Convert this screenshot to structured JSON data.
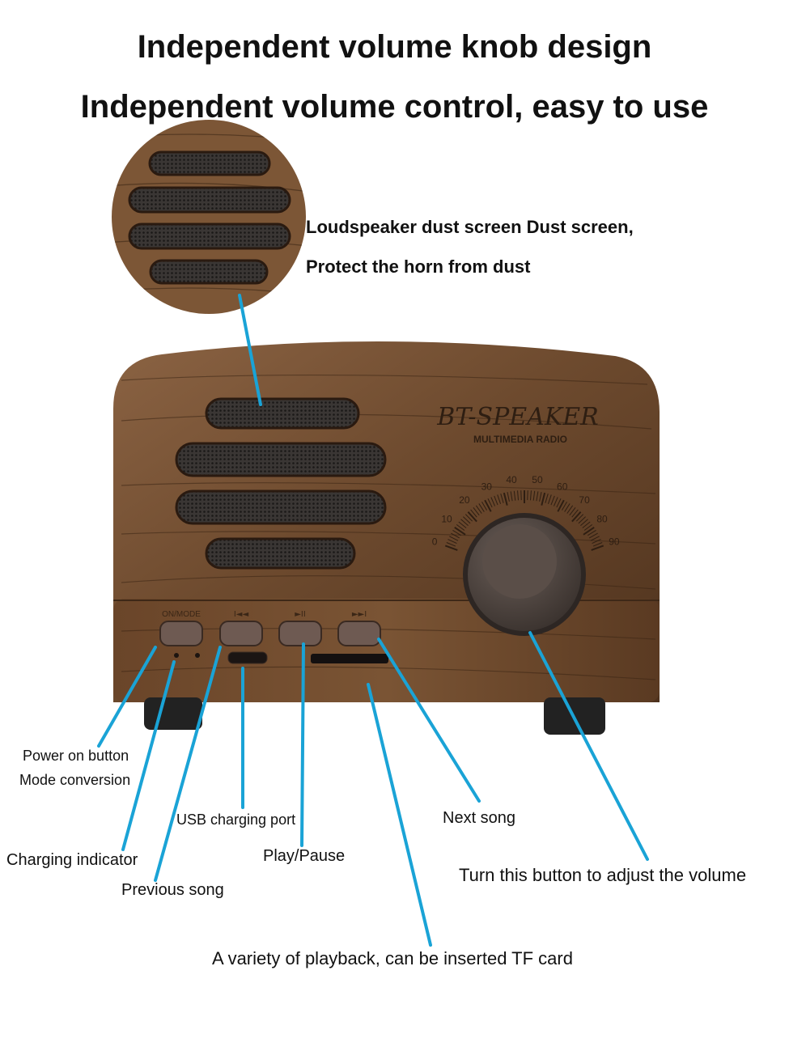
{
  "header": {
    "title": "Independent volume knob design",
    "subtitle": "Independent volume control, easy to use"
  },
  "product": {
    "brand": "BT-SPEAKER",
    "sub_brand": "MULTIMEDIA RADIO",
    "dial_numbers": [
      "0",
      "10",
      "20",
      "30",
      "40",
      "50",
      "60",
      "70",
      "80",
      "90"
    ],
    "button_marks": [
      "ON/MODE",
      "I◄◄",
      "►II",
      "►►I"
    ]
  },
  "callouts": {
    "dust_screen_line1": "Loudspeaker dust screen Dust screen,",
    "dust_screen_line2": "Protect the horn from dust",
    "power_line1": "Power on button",
    "power_line2": "Mode conversion",
    "charging_indicator": "Charging indicator",
    "previous_song": "Previous song",
    "usb_port": "USB charging port",
    "play_pause": "Play/Pause",
    "next_song": "Next song",
    "volume": "Turn this button to adjust the volume",
    "tf_card": "A variety of playback, can be inserted TF card"
  },
  "colors": {
    "leader_line": "#1aa3d6",
    "wood_dark": "#5a3a22",
    "wood_light": "#8a6040",
    "button": "#6e5a52",
    "knob": "#4a403c"
  }
}
